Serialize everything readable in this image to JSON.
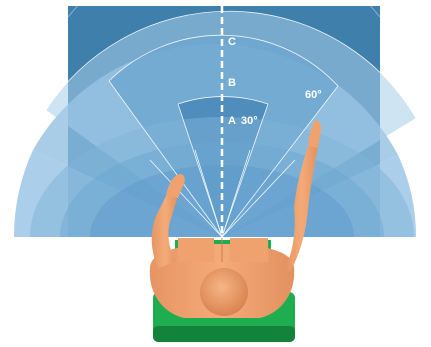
{
  "labels": {
    "zone_a": "A",
    "zone_b": "B",
    "zone_c": "C",
    "angle_30": "30°",
    "angle_60": "60°"
  },
  "colors": {
    "background_panel": "#3f7fac",
    "zone_outer": "#9cc6e6",
    "zone_mid": "#6ea7d0",
    "zone_inner": "#4f8dbd",
    "centerline": "#ffffff",
    "skin": "#f0a26e",
    "skin_shadow": "#cf7b4a",
    "chair": "#1fae4f",
    "chair_dark": "#13823a"
  }
}
